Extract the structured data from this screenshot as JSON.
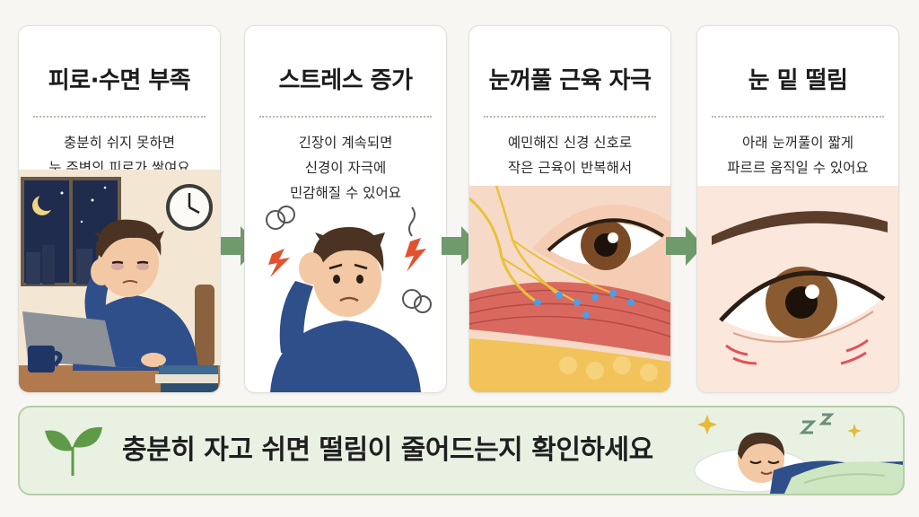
{
  "steps": [
    {
      "title": "피로·수면 부족",
      "desc": "충분히 쉬지 못하면\n눈 주변의 피로가 쌓여요"
    },
    {
      "title": "스트레스 증가",
      "desc": "긴장이 계속되면\n신경이 자극에\n민감해질 수 있어요"
    },
    {
      "title": "눈꺼풀 근육 자극",
      "desc": "예민해진 신경 신호로\n작은 근육이 반복해서\n수축해요"
    },
    {
      "title": "눈 밑 떨림",
      "desc": "아래 눈꺼풀이 짧게\n파르르 움직일 수 있어요"
    }
  ],
  "banner": {
    "text": "충분히 자고 쉬면 떨림이 줄어드는지 확인하세요"
  },
  "icons": {
    "arrow": "arrow-right-icon",
    "leaf": "sprout-icon",
    "clock": "wall-clock-icon",
    "moon": "crescent-moon-icon",
    "zzz": "sleep-zzz-icon",
    "sparkle": "sparkle-icon"
  },
  "colors": {
    "arrow": "#6f9a6c",
    "banner_bg": "#e9f1e3",
    "banner_border": "#b7d0a6",
    "leaf": "#5f9a48",
    "twitch_marks": "#e0535b",
    "nerve": "#e8c23a",
    "signal": "#4a9fe8"
  }
}
